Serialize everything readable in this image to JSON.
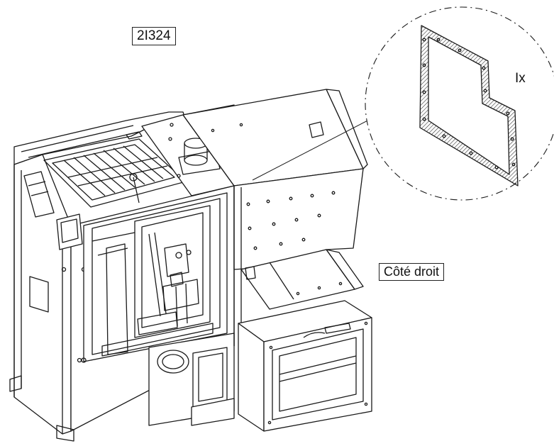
{
  "diagram": {
    "reference_code": "2I324",
    "side_label": "Côté droit",
    "detail_label": "Ix"
  },
  "colors": {
    "line": "#1a1a1a",
    "hatch": "#333333",
    "background": "#ffffff"
  }
}
